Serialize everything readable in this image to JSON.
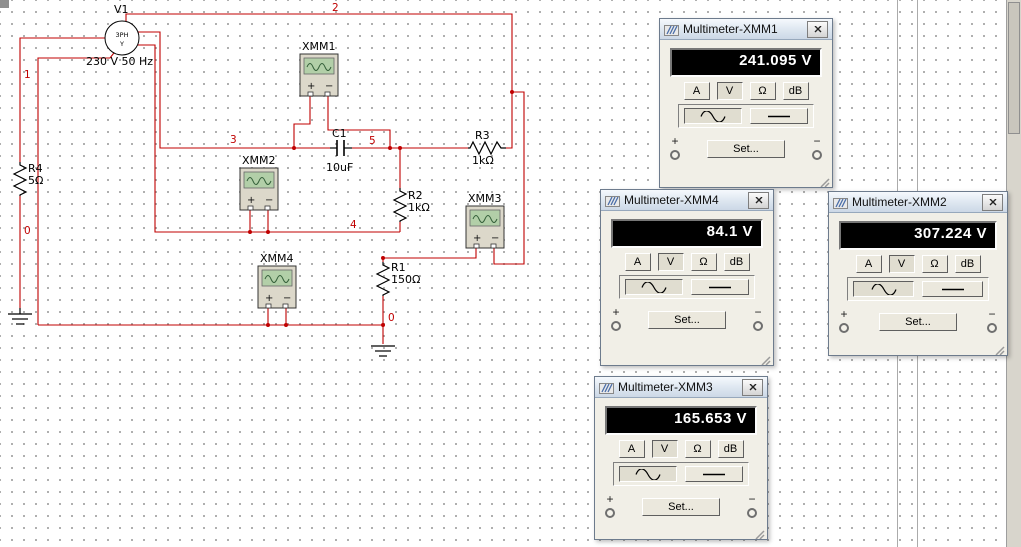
{
  "colors": {
    "wire": "#c00000",
    "component": "#000000",
    "display_bg": "#000000",
    "display_text": "#ffffff"
  },
  "circuit": {
    "source": {
      "ref": "V1",
      "value": "230 V 50 Hz",
      "face_line1": "3PH",
      "face_line2": "Y"
    },
    "components": {
      "r1": {
        "ref": "R1",
        "value": "150Ω"
      },
      "r2": {
        "ref": "R2",
        "value": "1kΩ"
      },
      "r3": {
        "ref": "R3",
        "value": "1kΩ"
      },
      "r4": {
        "ref": "R4",
        "value": "5Ω"
      },
      "c1": {
        "ref": "C1",
        "value": "10uF"
      },
      "xmm1": {
        "ref": "XMM1"
      },
      "xmm2": {
        "ref": "XMM2"
      },
      "xmm3": {
        "ref": "XMM3"
      },
      "xmm4": {
        "ref": "XMM4"
      }
    },
    "symbol": {
      "plus": "+",
      "minus": "−"
    },
    "nets": {
      "n1": "1",
      "n2": "2",
      "n3": "3",
      "n4": "4",
      "n5": "5",
      "n0_left": "0",
      "n0_bottom": "0"
    }
  },
  "instruments": {
    "ui": {
      "buttons": {
        "a": "A",
        "v": "V",
        "ohm": "Ω",
        "db": "dB"
      },
      "set": "Set...",
      "plus": "+",
      "minus": "−"
    },
    "windows": [
      {
        "title": "Multimeter-XMM1",
        "reading": "241.095 V"
      },
      {
        "title": "Multimeter-XMM4",
        "reading": "84.1 V"
      },
      {
        "title": "Multimeter-XMM2",
        "reading": "307.224 V"
      },
      {
        "title": "Multimeter-XMM3",
        "reading": "165.653 V"
      }
    ]
  }
}
